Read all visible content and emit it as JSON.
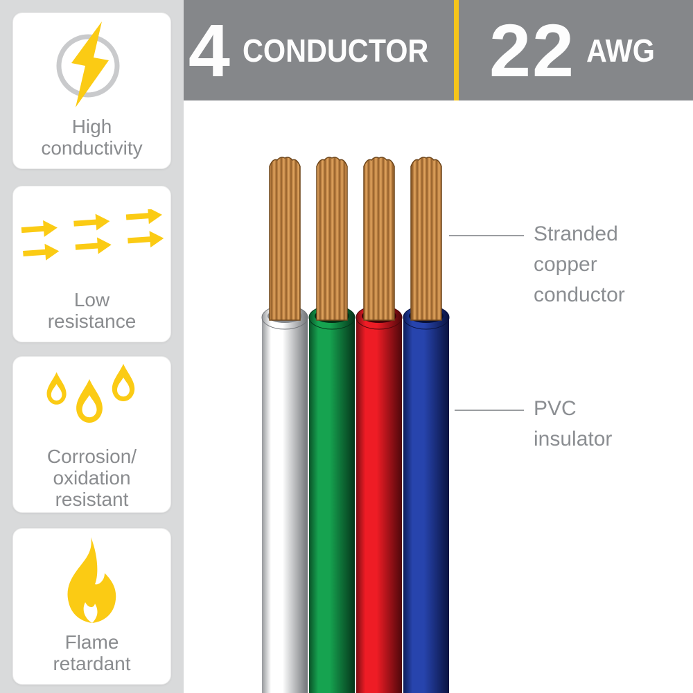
{
  "banner": {
    "left_number": "4",
    "left_label": "CONDUCTOR",
    "right_number": "22",
    "right_label": "AWG",
    "bg_color": "#85878a",
    "divider_color": "#f6c51a",
    "text_color": "#fdfdfd"
  },
  "features": [
    {
      "icon": "lightning-circle-icon",
      "lines": [
        "High",
        "conductivity"
      ]
    },
    {
      "icon": "flow-arrows-icon",
      "lines": [
        "Low",
        "resistance"
      ]
    },
    {
      "icon": "water-drops-icon",
      "lines": [
        "Corrosion/",
        "oxidation",
        "resistant"
      ]
    },
    {
      "icon": "flame-icon",
      "lines": [
        "Flame",
        "retardant"
      ]
    }
  ],
  "callouts": [
    {
      "lines": [
        "Stranded",
        "copper",
        "conductor"
      ]
    },
    {
      "lines": [
        "PVC",
        "insulator"
      ]
    }
  ],
  "diagram": {
    "conductor_count": 4,
    "gauge_awg": 22,
    "copper": {
      "light": "#e0a660",
      "mid": "#c08445",
      "dark": "#8f5c28",
      "outline": "#6f471c"
    },
    "wires": [
      {
        "name": "white",
        "edge": "#97999c",
        "light": "#ffffff",
        "dark": "#717478",
        "hole": "#85888c"
      },
      {
        "name": "green",
        "edge": "#0a5228",
        "light": "#16a350",
        "dark": "#05351a",
        "hole": "#043015"
      },
      {
        "name": "red",
        "edge": "#7c0d13",
        "light": "#ee1c25",
        "dark": "#4e070b",
        "hole": "#420509"
      },
      {
        "name": "blue",
        "edge": "#0d1c58",
        "light": "#2744ad",
        "dark": "#0a1340",
        "hole": "#081138"
      }
    ]
  },
  "colors": {
    "sidebar_bg": "#d9dadb",
    "card_bg": "#ffffff",
    "card_text": "#8a8c8f",
    "icon_yellow": "#fbcb14",
    "circle_gray": "#c9cacc",
    "drop_inner_white": "#ffffff",
    "label_text": "#8b8e92",
    "leader_line": "#9a9da0"
  }
}
